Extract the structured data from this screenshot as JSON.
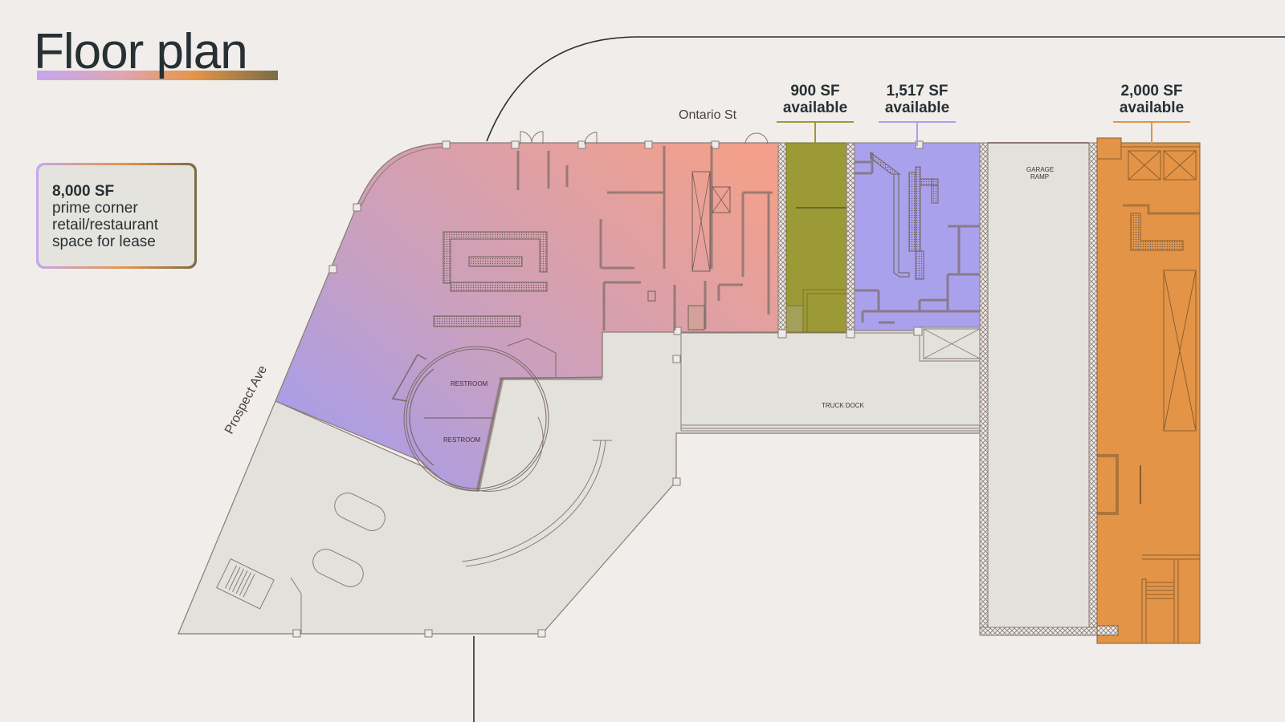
{
  "header": {
    "title": "Floor plan"
  },
  "callout": {
    "size": "8,000 SF",
    "description_lines": [
      "prime corner",
      "retail/restaurant",
      "space for lease"
    ]
  },
  "availability": [
    {
      "size": "900 SF",
      "status": "available",
      "color": "#9c9a36"
    },
    {
      "size": "1,517 SF",
      "status": "available",
      "color": "#a9a0ec"
    },
    {
      "size": "2,000 SF",
      "status": "available",
      "color": "#e39447"
    }
  ],
  "streets": {
    "north": "Ontario St",
    "west": "Prospect Ave"
  },
  "room_labels": {
    "restroom_1": "RESTROOM",
    "restroom_2": "RESTROOM",
    "truck_dock": "TRUCK DOCK",
    "garage_ramp_line1": "GARAGE",
    "garage_ramp_line2": "RAMP"
  },
  "colors": {
    "background": "#f0edea",
    "common_area": "#e3e1dc",
    "wall": "#8a7a74",
    "corner_space_start": "#9e9cf5",
    "corner_space_mid": "#c9a0bf",
    "corner_space_end": "#f0a090",
    "space_900": "#9c9a36",
    "space_1517": "#aaa1ec",
    "space_2000": "#e39447"
  }
}
